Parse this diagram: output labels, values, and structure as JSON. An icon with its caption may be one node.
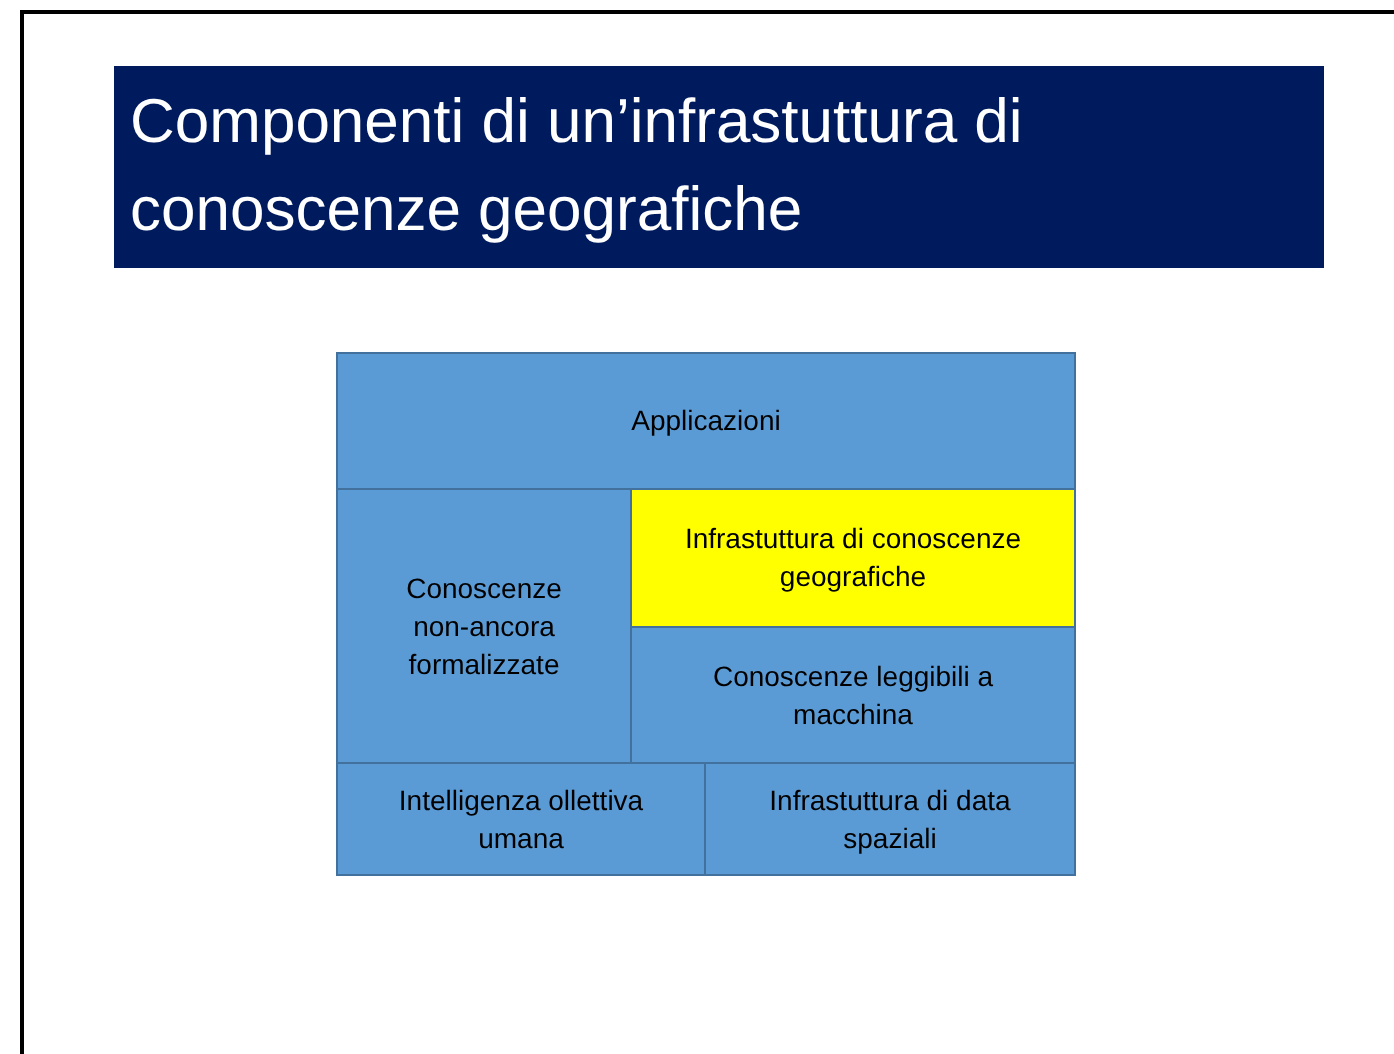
{
  "diagram": {
    "title": "Componenti di un’infrastuttura di conoscenze geografiche",
    "nodes": [
      {
        "text": [
          "Applicazioni"
        ]
      },
      {
        "text": [
          "Conoscenze non-ancora formalizzate"
        ]
      },
      {
        "text": [
          "Infrastuttura di conoscenze geografiche"
        ]
      },
      {
        "text": [
          "Conoscenze leggibili a macchina"
        ]
      },
      {
        "text": [
          "Intelligenza ollettiva umana"
        ]
      },
      {
        "text": [
          "Infrastuttura di data spaziali"
        ]
      }
    ]
  }
}
